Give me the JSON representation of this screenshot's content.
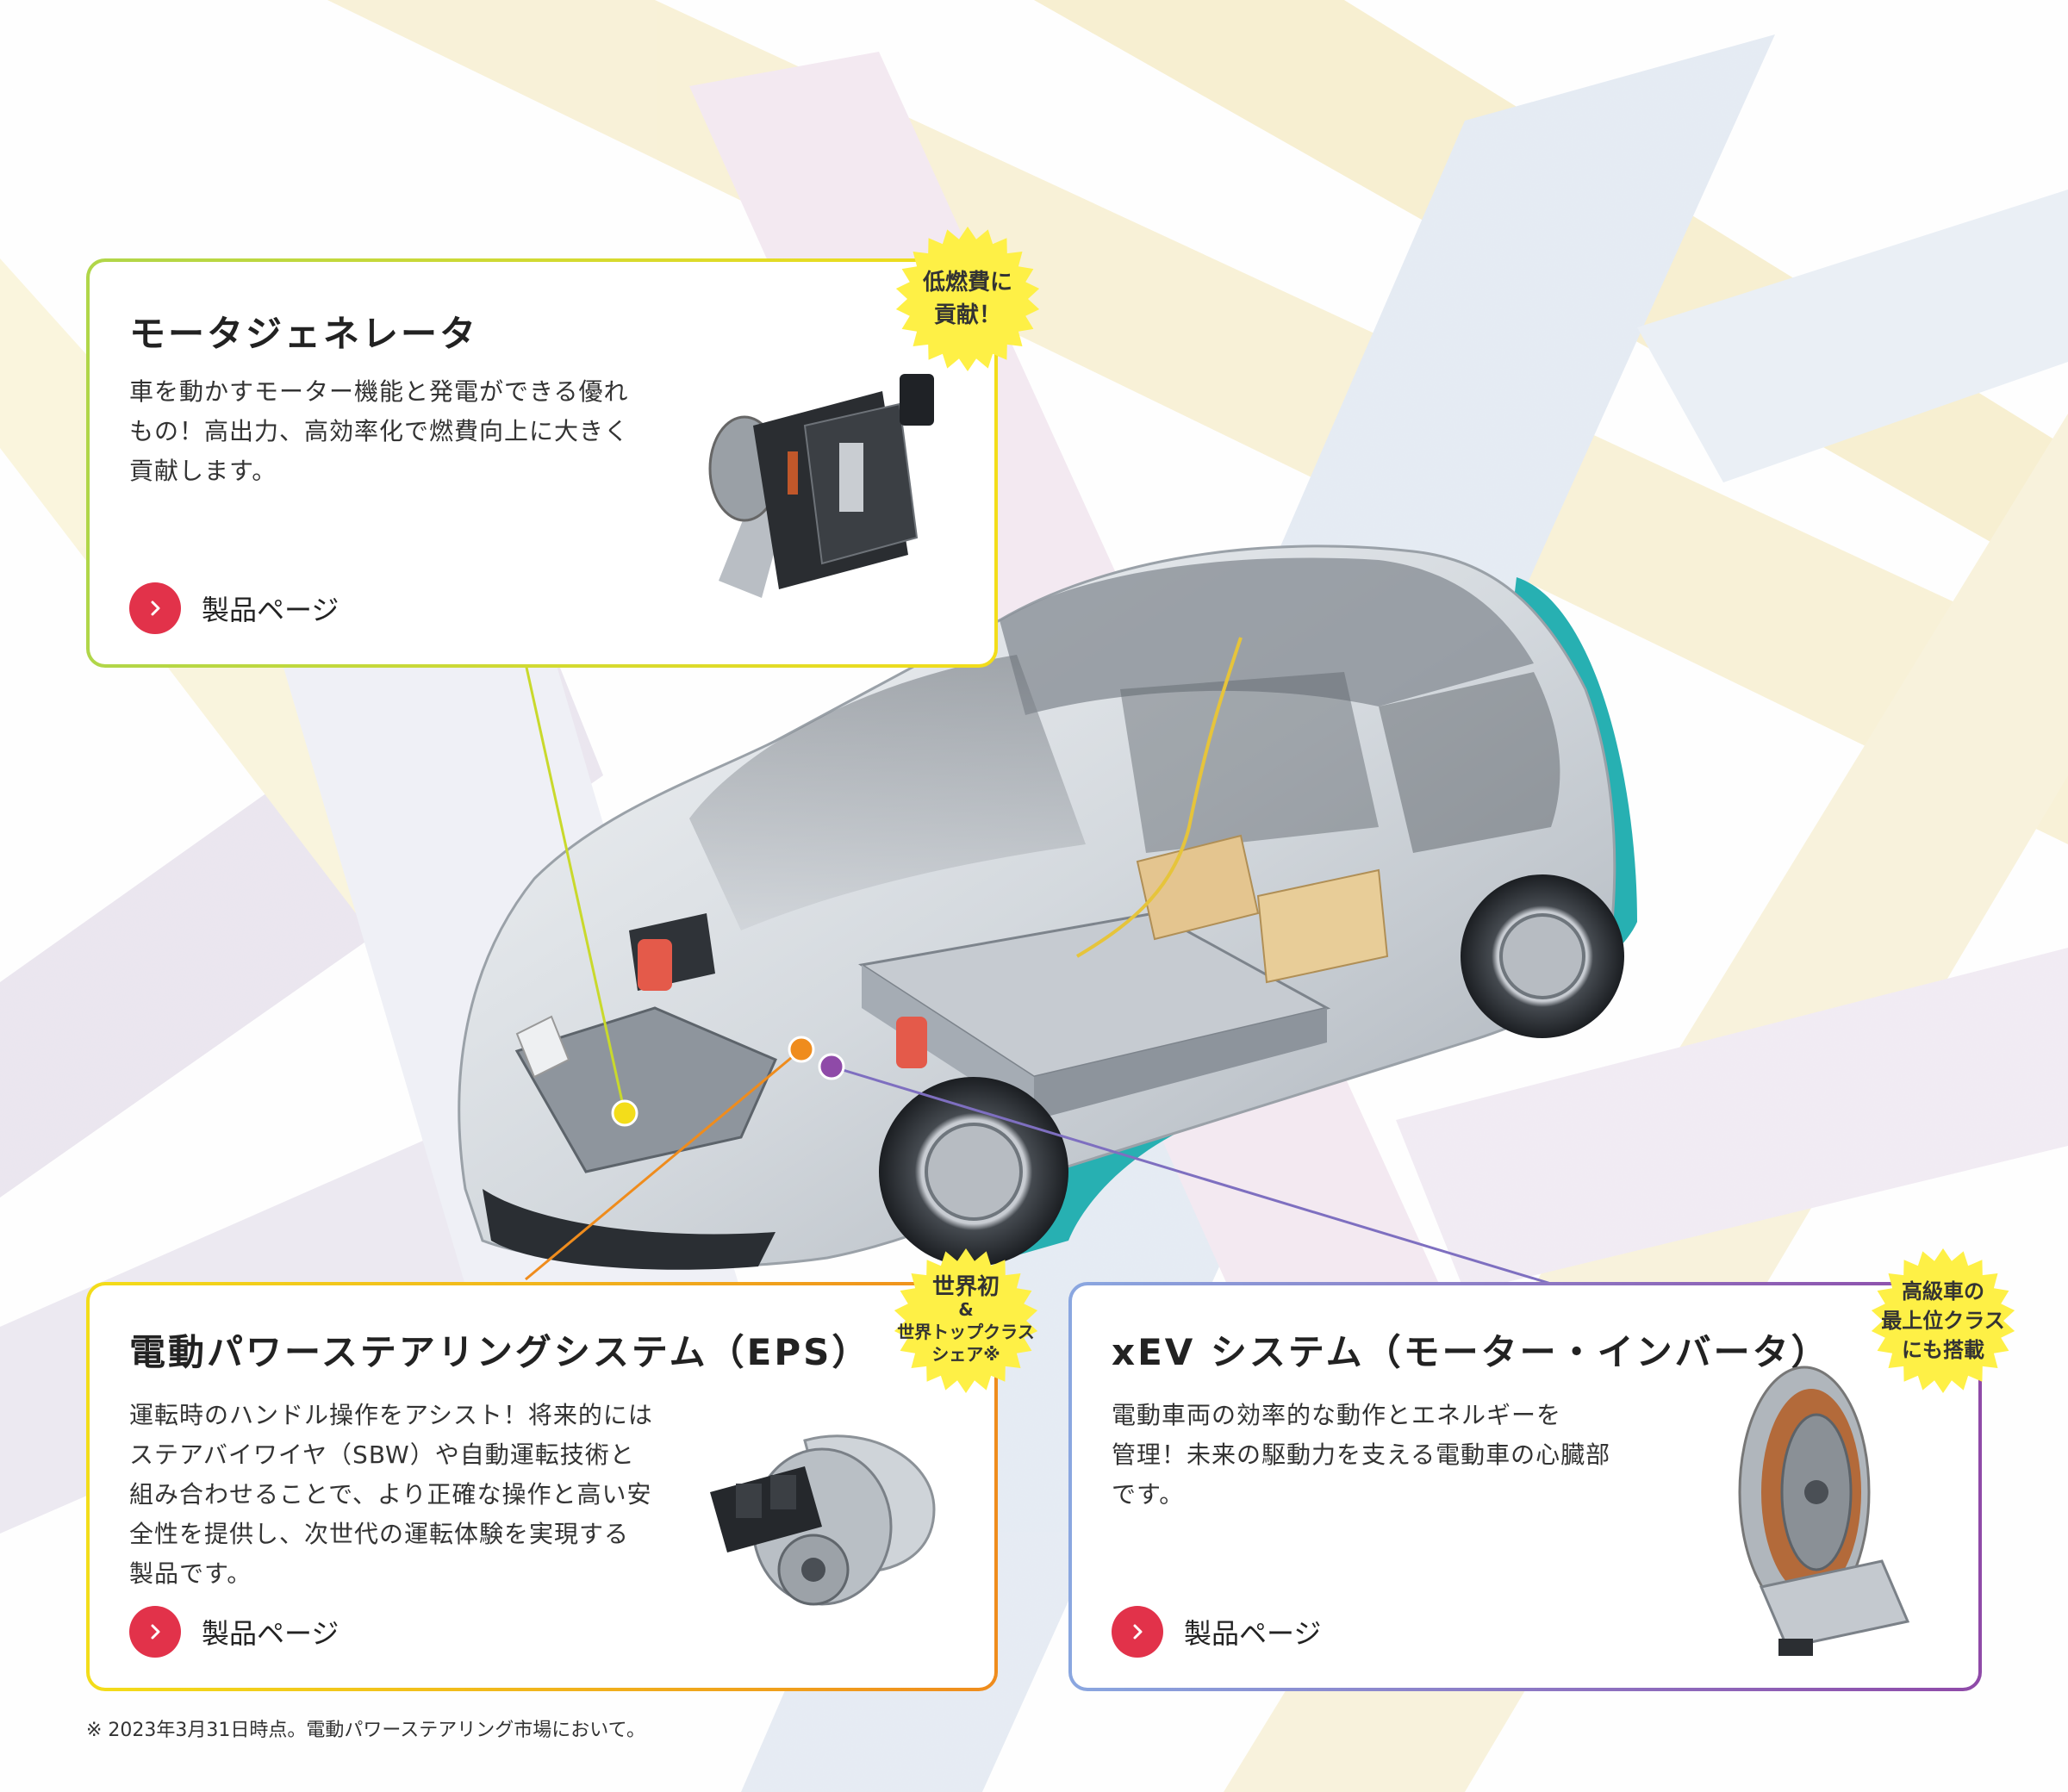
{
  "colors": {
    "accent_red": "#e2324a",
    "badge_yellow": "#fef046",
    "teal": "#27b0b2",
    "dot_yellow": "#f3dd1a",
    "dot_orange": "#ef8c1d",
    "dot_purple": "#8f4aa8"
  },
  "motor_generator": {
    "title": "モータジェネレータ",
    "desc": [
      "車を動かすモーター機能と発電ができる優れ",
      "もの！高出力、高効率化で燃費向上に大きく",
      "貢献します。"
    ],
    "link_label": "製品ページ",
    "badge": [
      "低燃費に",
      "貢献！"
    ],
    "link_icon": "chevron-right-icon"
  },
  "eps": {
    "title": "電動パワーステアリングシステム（EPS）",
    "desc": [
      "運転時のハンドル操作をアシスト！将来的には",
      "ステアバイワイヤ（SBW）や自動運転技術と",
      "組み合わせることで、より正確な操作と高い安",
      "全性を提供し、次世代の運転体験を実現する",
      "製品です。"
    ],
    "link_label": "製品ページ",
    "badge": [
      "世界初",
      "&",
      "世界トップクラス",
      "シェア※"
    ],
    "link_icon": "chevron-right-icon"
  },
  "xev": {
    "title": "xEV システム（モーター・インバータ）",
    "desc": [
      "電動車両の効率的な動作とエネルギーを",
      "管理！未来の駆動力を支える電動車の心臓部",
      "です。"
    ],
    "link_label": "製品ページ",
    "badge": [
      "高級車の",
      "最上位クラス",
      "にも搭載"
    ],
    "link_icon": "chevron-right-icon"
  },
  "footnote": "※ 2023年3月31日時点。電動パワーステアリング市場において。"
}
